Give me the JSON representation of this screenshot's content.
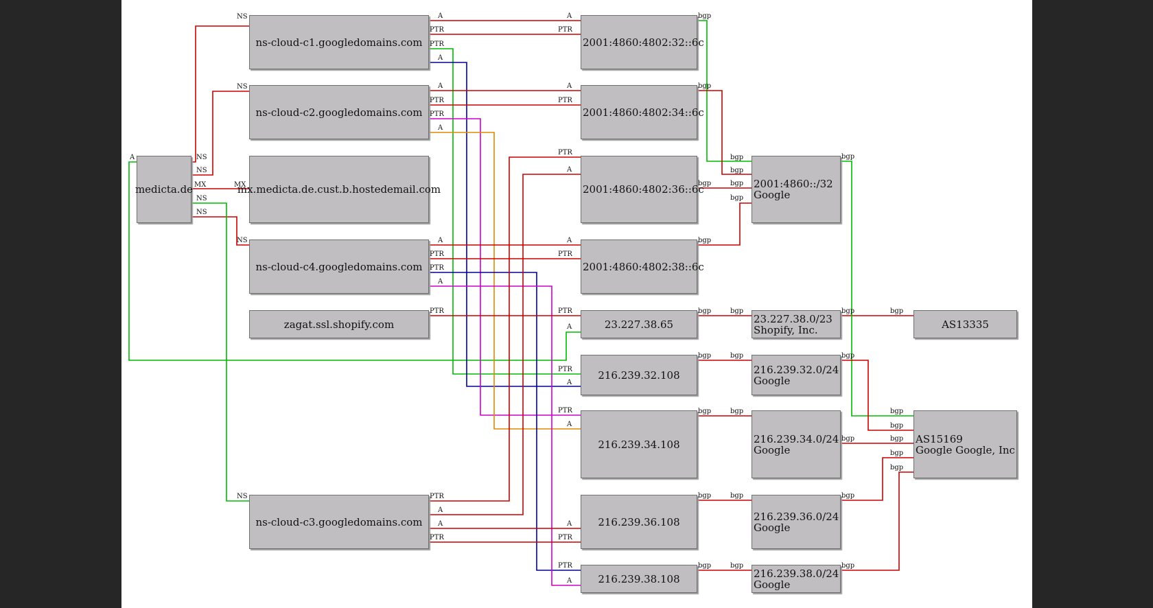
{
  "nodes": {
    "medicta": "medicta.de",
    "c1": "ns-cloud-c1.googledomains.com",
    "c2": "ns-cloud-c2.googledomains.com",
    "mx": "mx.medicta.de.cust.b.hostedemail.com",
    "c4": "ns-cloud-c4.googledomains.com",
    "zagat": "zagat.ssl.shopify.com",
    "c3": "ns-cloud-c3.googledomains.com",
    "v6_32": "2001:4860:4802:32::6c",
    "v6_34": "2001:4860:4802:34::6c",
    "v6_36": "2001:4860:4802:36::6c",
    "v6_38": "2001:4860:4802:38::6c",
    "ip_shop": "23.227.38.65",
    "ip_32": "216.239.32.108",
    "ip_34": "216.239.34.108",
    "ip_36": "216.239.36.108",
    "ip_38": "216.239.38.108",
    "pfx_v6": [
      "2001:4860::/32",
      "Google"
    ],
    "pfx_shop": [
      "23.227.38.0/23",
      "Shopify, Inc."
    ],
    "pfx_32": [
      "216.239.32.0/24",
      "Google"
    ],
    "pfx_34": [
      "216.239.34.0/24",
      "Google"
    ],
    "pfx_36": [
      "216.239.36.0/24",
      "Google"
    ],
    "pfx_38": [
      "216.239.38.0/24",
      "Google"
    ],
    "as13335": "AS13335",
    "as15169": [
      "AS15169",
      "Google Google, Inc"
    ]
  },
  "record_types": {
    "ns": "NS",
    "a": "A",
    "mx": "MX",
    "ptr": "PTR",
    "bgp": "bgp"
  },
  "colors": {
    "red": "#cc0000",
    "green": "#00bb00",
    "blue": "#000099",
    "magenta": "#cc00cc",
    "orange": "#dd8800",
    "node_fill": "#c0bec0"
  }
}
